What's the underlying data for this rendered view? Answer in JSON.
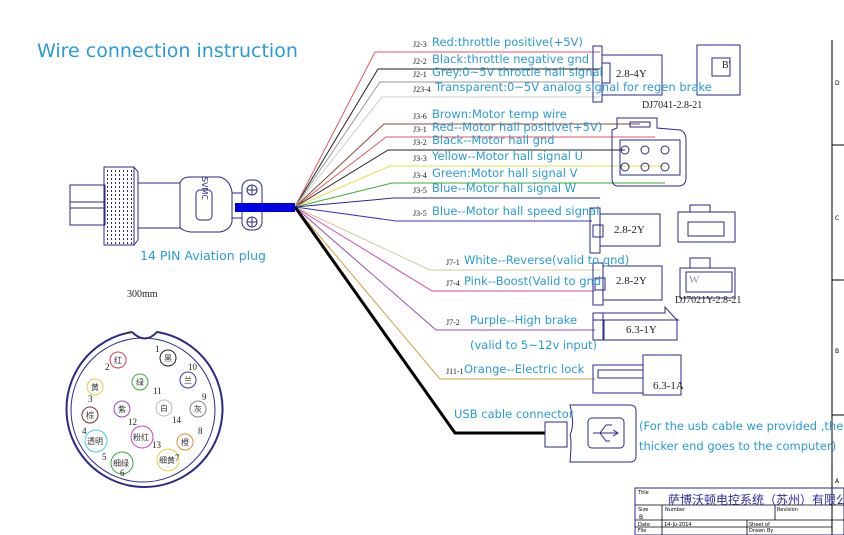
{
  "title": "Wire connection instruction",
  "plug_label": "14 PIN Aviation plug",
  "plug_badge": "SVMC",
  "length_label": "300mm",
  "wires": [
    {
      "code": "J2-3",
      "label": "Red:throttle positive(+5V)",
      "color": "#e05a5a"
    },
    {
      "code": "J2-2",
      "label": "Black:throttle negative gnd",
      "color": "#222222"
    },
    {
      "code": "J2-1",
      "label": "Grey:0~5V throttle hall signal",
      "color": "#999999"
    },
    {
      "code": "J23-4",
      "label": "Transparent:0~5V analog signal for regen brake",
      "color": "#cccccc"
    },
    {
      "code": "J3-6",
      "label": "Brown:Motor temp wire",
      "color": "#8b4a3a"
    },
    {
      "code": "J3-1",
      "label": "Red--Motor hall positive(+5V)",
      "color": "#e05a5a"
    },
    {
      "code": "J3-2",
      "label": "Black--Motor hall gnd",
      "color": "#222222"
    },
    {
      "code": "J3-3",
      "label": "Yellow--Motor hall signal U",
      "color": "#e6e04a"
    },
    {
      "code": "J3-4",
      "label": "Green:Motor hall signal V",
      "color": "#3aa83a"
    },
    {
      "code": "J3-5",
      "label": "Blue--Motor hall signal W",
      "color": "#2a2a8a"
    },
    {
      "code": "J3-5",
      "label": "Blue--Motor hall speed signal",
      "color": "#3a3ac0"
    },
    {
      "code": "J7-1",
      "label": "White--Reverse(valid to gnd)",
      "color": "#d8c8a0"
    },
    {
      "code": "J7-4",
      "label": "Pink--Boost(Valid to gnd",
      "color": "#d04ab0"
    },
    {
      "code": "J7-2",
      "label": "Purple--High brake",
      "color": "#9a4ab0"
    },
    {
      "code": "J11-1",
      "label": "Orange--Electric lock",
      "color": "#d0a040"
    }
  ],
  "purple_note": "(valid to 5~12v input)",
  "usb_label": "USB cable connector",
  "usb_note_1": "(For the usb cable we provided ,the",
  "usb_note_2": "thicker end goes to the computer)",
  "connectors": {
    "c1": "2.8-4Y",
    "c1_part": "DJ7041-2.8-21",
    "c1_mark": "B'",
    "c2": "2.8-2Y",
    "c3": "2.8-2Y",
    "c3_mark": "W",
    "c3_part": "DJ7021Y-2.8-21",
    "c4": "6.3-1Y",
    "c5": "6.3-1A"
  },
  "pins": [
    {
      "n": "1",
      "c": "黑",
      "color": "#222222"
    },
    {
      "n": "2",
      "c": "红",
      "color": "#d04040"
    },
    {
      "n": "3",
      "c": "黄",
      "color": "#e0d040"
    },
    {
      "n": "4",
      "c": "棕",
      "color": "#8b2a2a"
    },
    {
      "n": "5",
      "c": "透明",
      "color": "#40d0e0"
    },
    {
      "n": "6",
      "c": "细绿",
      "color": "#3aa83a"
    },
    {
      "n": "7",
      "c": "细黄",
      "color": "#e0d040"
    },
    {
      "n": "8",
      "c": "橙",
      "color": "#e09030"
    },
    {
      "n": "9",
      "c": "灰",
      "color": "#888888"
    },
    {
      "n": "10",
      "c": "兰",
      "color": "#3a3ac0"
    },
    {
      "n": "11",
      "c": "绿",
      "color": "#3aa83a"
    },
    {
      "n": "12",
      "c": "紫",
      "color": "#9a4ab0"
    },
    {
      "n": "13",
      "c": "粉红",
      "color": "#d040c0"
    },
    {
      "n": "14",
      "c": "白",
      "color": "#bbbbbb"
    }
  ],
  "frame_letters": [
    "D",
    "C",
    "B",
    "A"
  ],
  "title_block": {
    "company": "萨博沃顿电控系统（苏州）有限公司",
    "title_lbl": "Title",
    "size_lbl": "Size",
    "size": "B",
    "number_lbl": "Number",
    "revision_lbl": "Revision",
    "date_lbl": "Date",
    "date": "14-Ju-2014",
    "file_lbl": "File",
    "sheet_lbl": "Sheet of",
    "drawn_lbl": "Drawn By"
  }
}
